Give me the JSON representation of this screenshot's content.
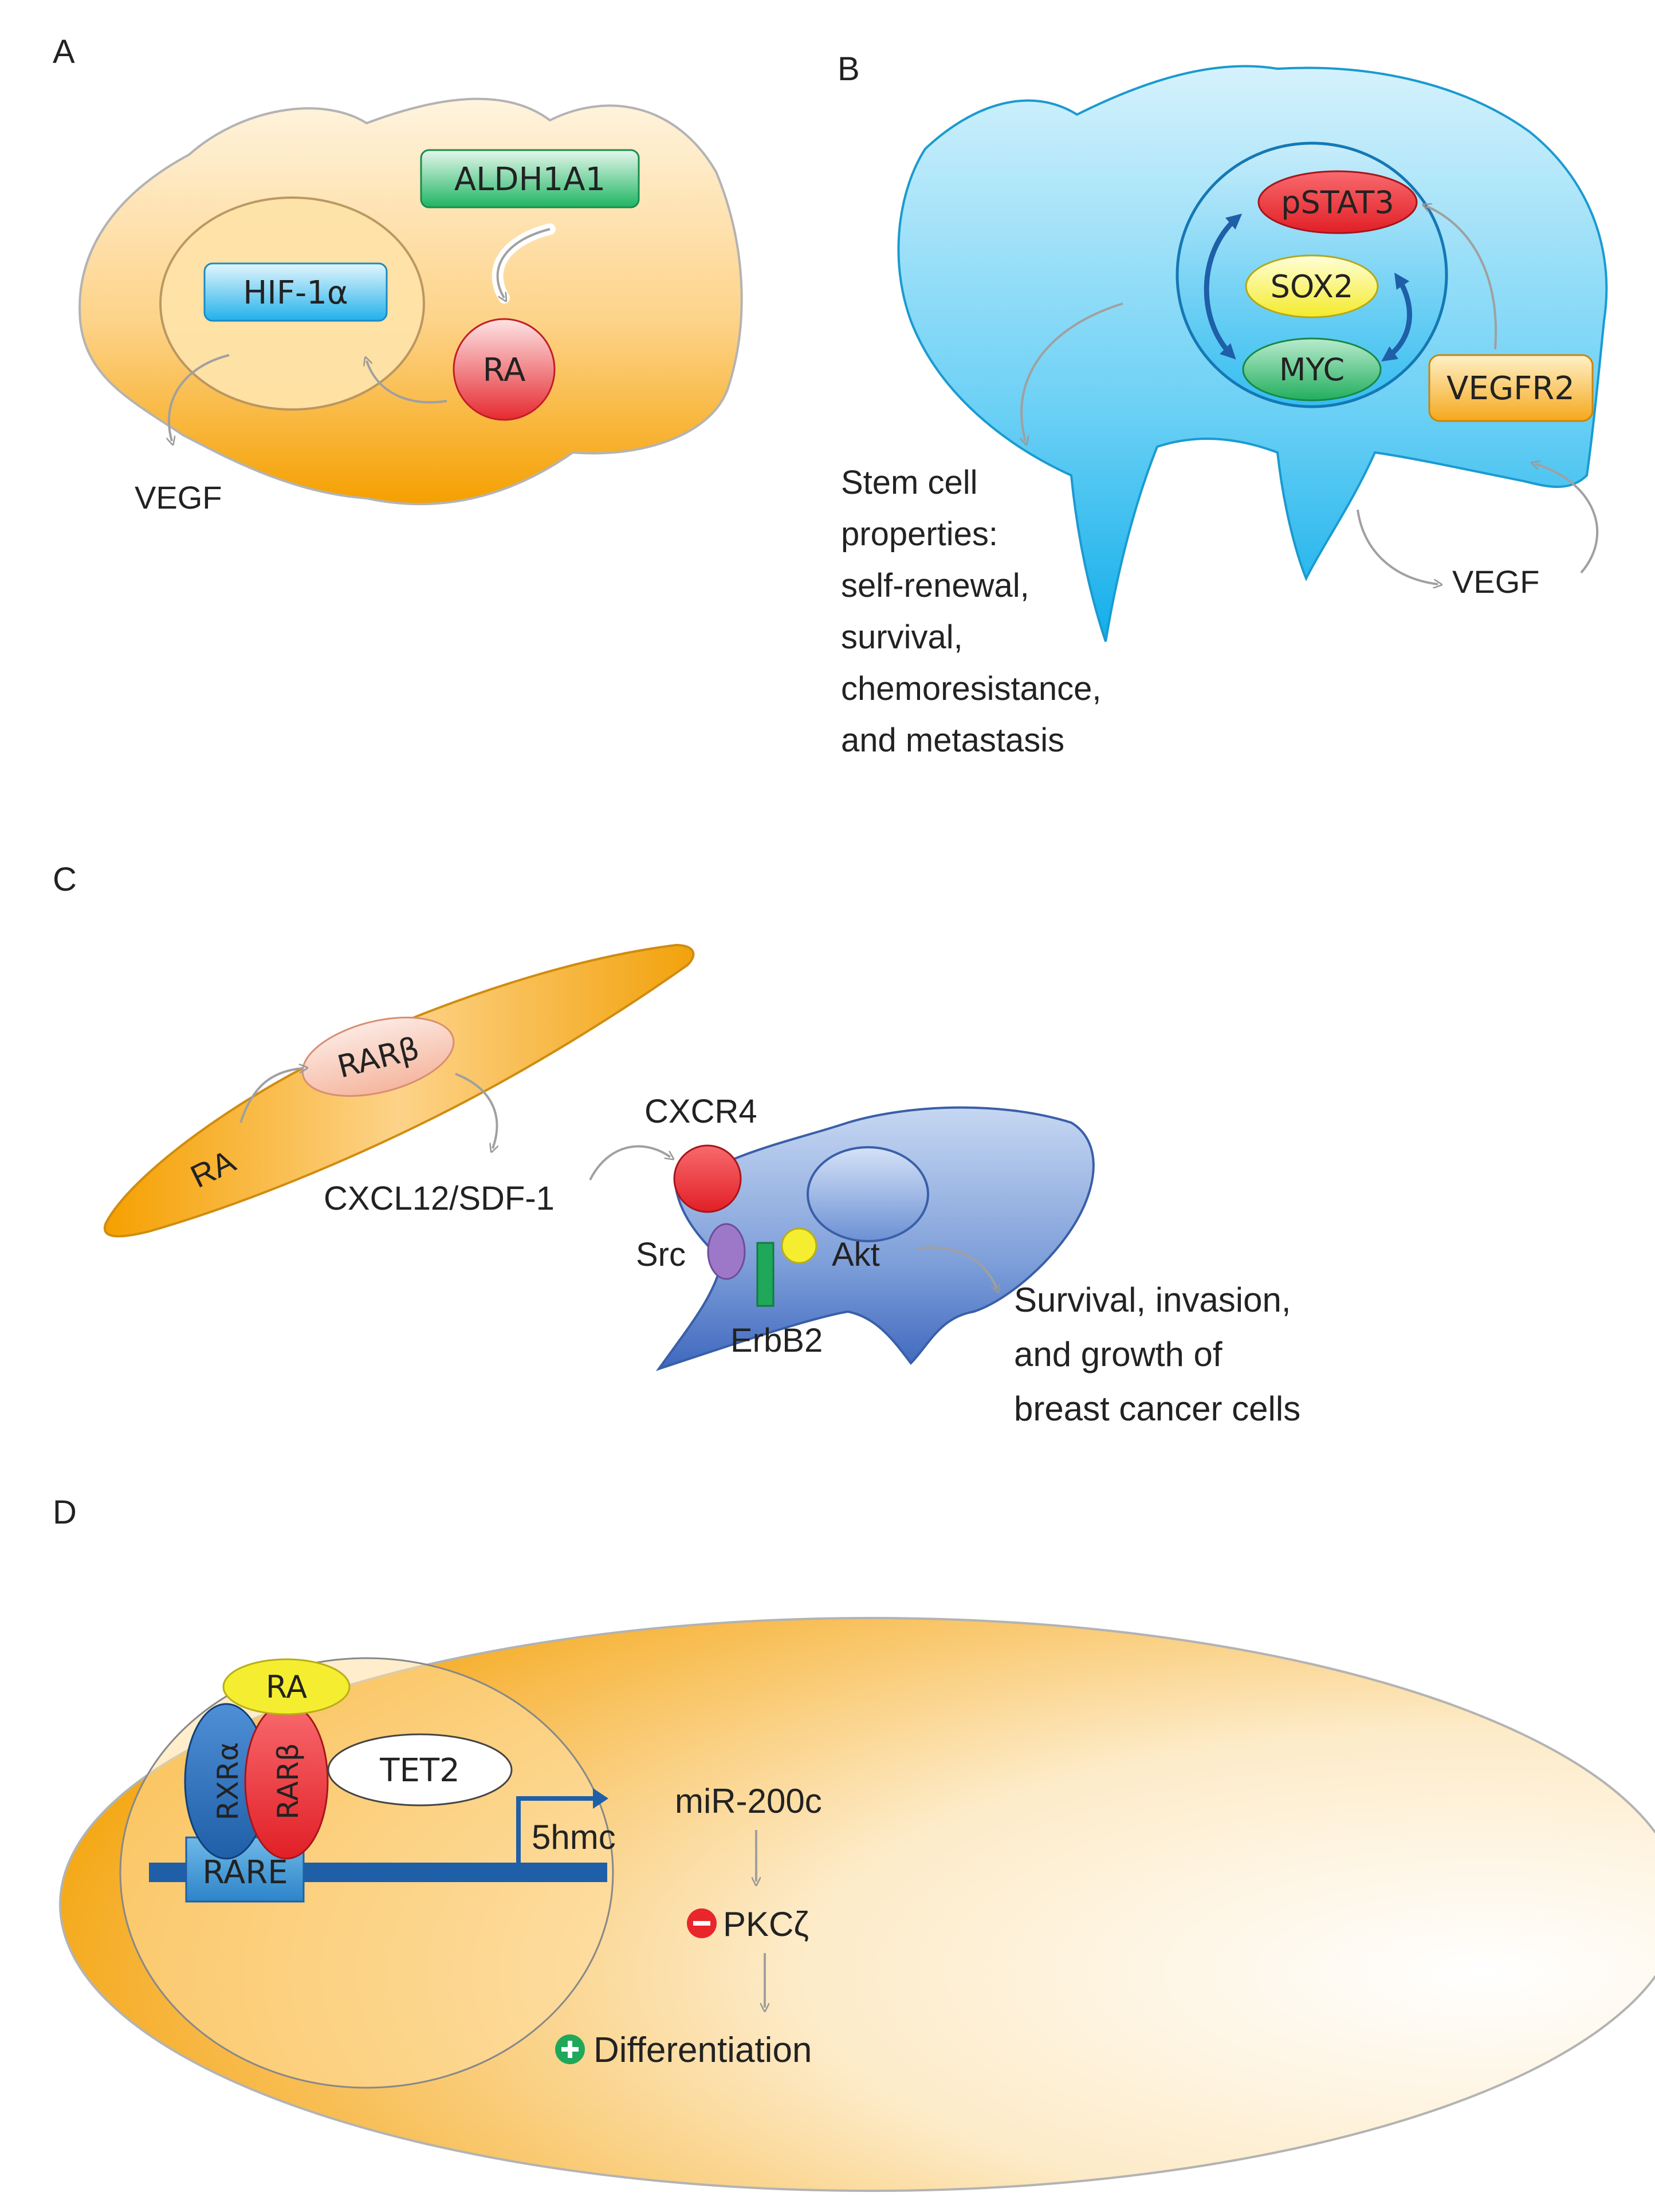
{
  "panels": {
    "a": {
      "letter": "A",
      "aldh": "ALDH1A1",
      "hif": "HIF-1α",
      "ra": "RA",
      "vegf": "VEGF"
    },
    "b": {
      "letter": "B",
      "pstat3": "pSTAT3",
      "sox2": "SOX2",
      "myc": "MYC",
      "vegfr2": "VEGFR2",
      "vegf": "VEGF",
      "stem_lines": [
        "Stem cell",
        "properties:",
        "self-renewal,",
        "survival,",
        "chemoresistance,",
        "and metastasis"
      ]
    },
    "c": {
      "letter": "C",
      "rarb": "RARβ",
      "ra": "RA",
      "cxcl12": "CXCL12/SDF-1",
      "cxcr4": "CXCR4",
      "src": "Src",
      "akt": "Akt",
      "erbb2": "ErbB2",
      "outcome_lines": [
        "Survival, invasion,",
        "and growth of",
        "breast cancer cells"
      ]
    },
    "d": {
      "letter": "D",
      "ra": "RA",
      "rxra": "RXRα",
      "rarb": "RARβ",
      "tet2": "TET2",
      "fivehmc": "5hmc",
      "rare": "RARE",
      "mir": "miR-200c",
      "pkc": "PKCζ",
      "diff": "Differentiation"
    }
  },
  "colors": {
    "orange": "#F5A623",
    "blue_cell": "#25B4EA",
    "purple_cell": "#4F78C4",
    "red": "#E8262C",
    "green": "#1FA85A",
    "yellow": "#F5EE30",
    "dark_blue": "#1E5FA8"
  }
}
